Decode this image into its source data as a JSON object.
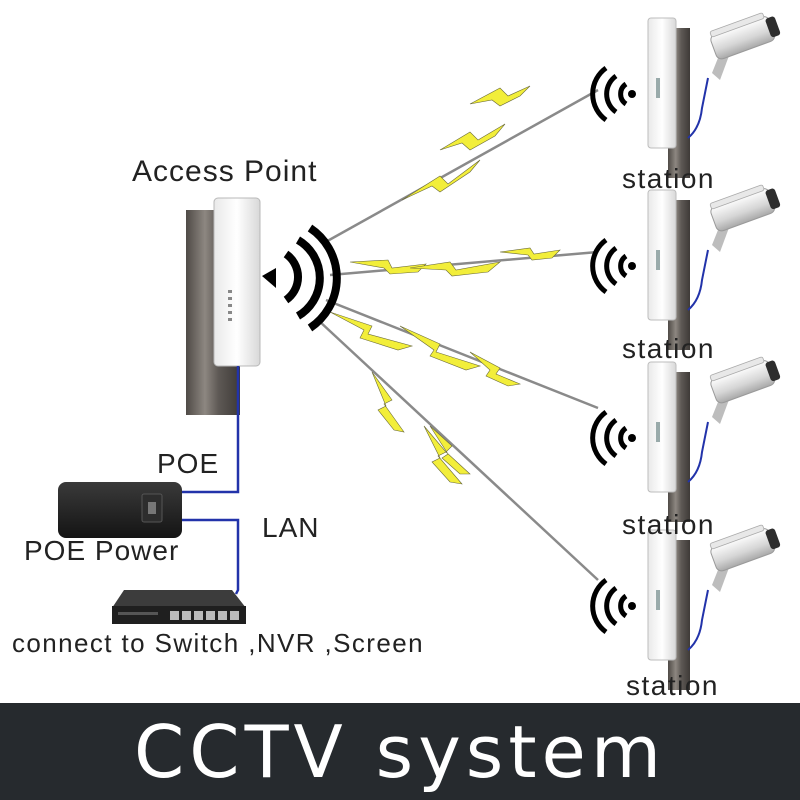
{
  "labels": {
    "access_point": "Access Point",
    "poe": "POE",
    "lan": "LAN",
    "poe_power": "POE Power",
    "switch": "connect to Switch ,NVR ,Screen"
  },
  "stations": [
    "station",
    "station",
    "station",
    "station"
  ],
  "banner": "CCTV system",
  "colors": {
    "banner_bg": "#262a2e",
    "cable": "#2233aa",
    "link_bolt": "#f2ee3a",
    "link_line": "#8a8a8a",
    "pole": "#6b6560"
  },
  "icons": [
    "wifi-signal-icon",
    "cctv-camera-icon",
    "access-point-icon",
    "poe-adapter-icon",
    "network-switch-icon"
  ]
}
